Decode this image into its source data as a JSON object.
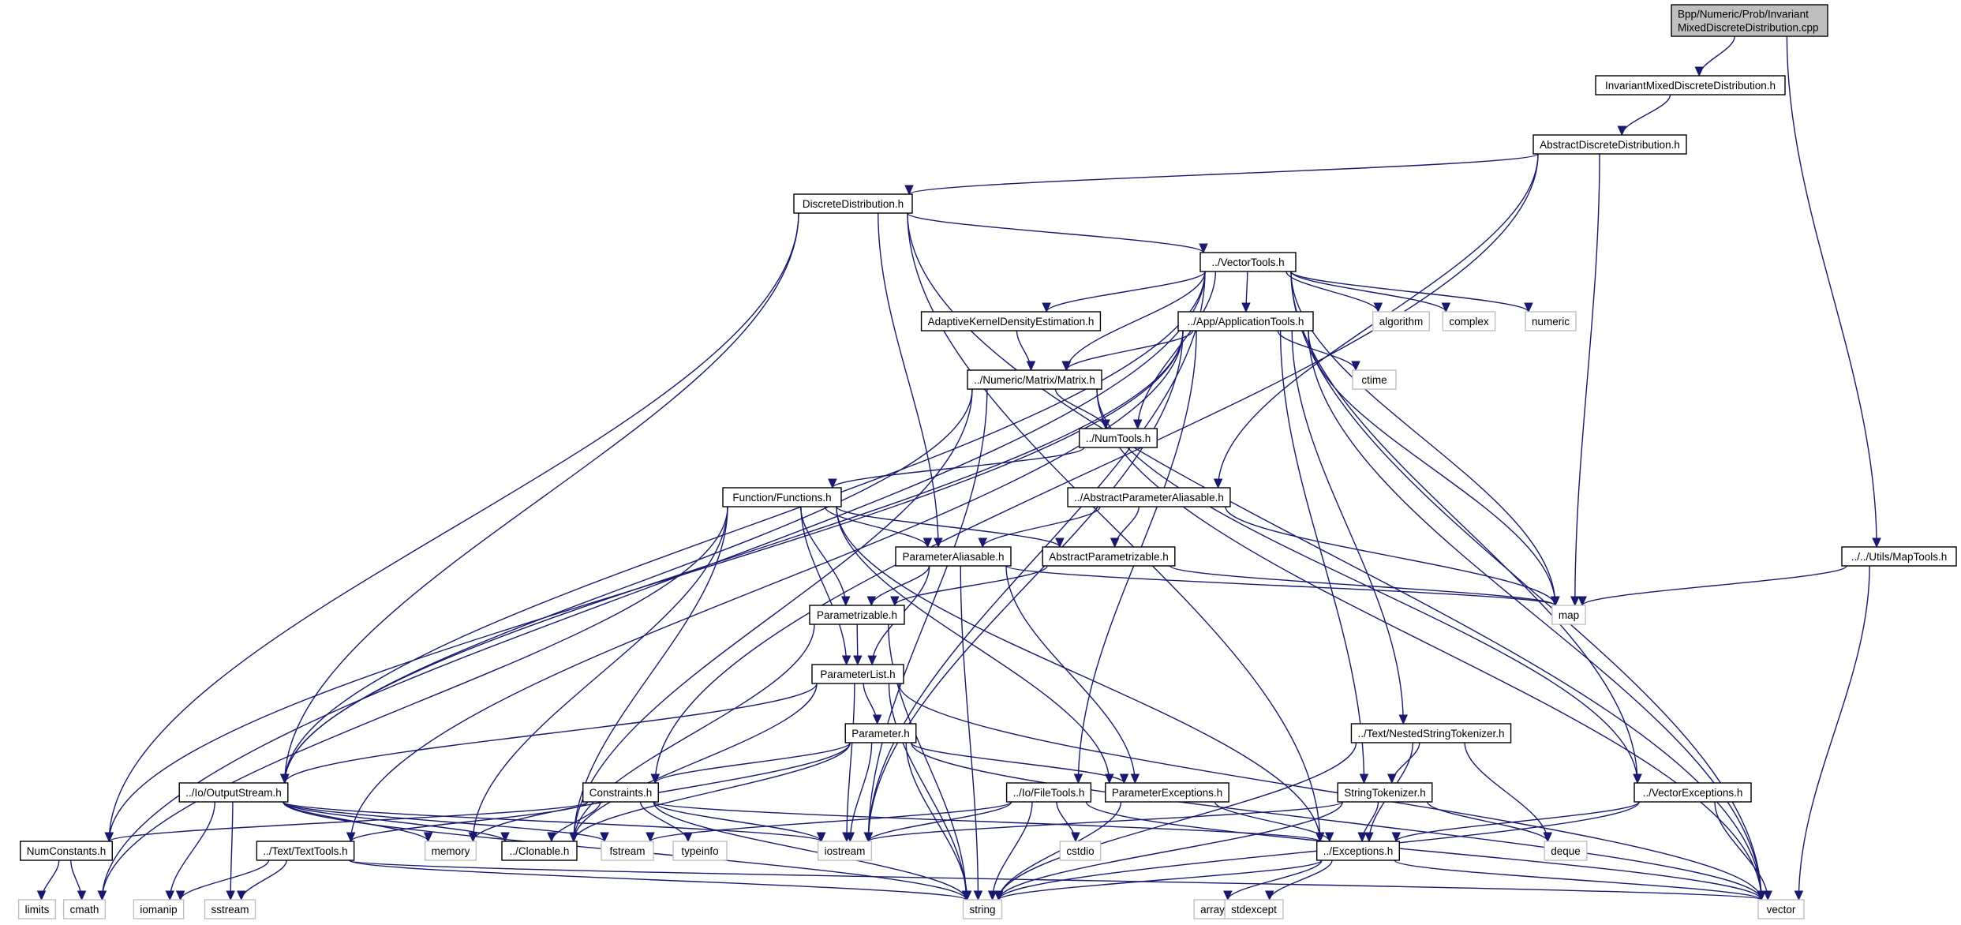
{
  "diagram": {
    "title": "Include dependency graph for Bpp/Numeric/Prob/InvariantMixedDiscreteDistribution.cpp",
    "colors": {
      "edge": "#191970",
      "node_border": "#000000",
      "external_border": "#bfbfbf",
      "root_fill": "#bfbfbf"
    },
    "nodes": [
      {
        "id": "root",
        "label": [
          "Bpp/Numeric/Prob/Invariant",
          "MixedDiscreteDistribution.cpp"
        ],
        "kind": "root"
      },
      {
        "id": "imdd",
        "label": [
          "InvariantMixedDiscreteDistribution.h"
        ],
        "kind": "file"
      },
      {
        "id": "add",
        "label": [
          "AbstractDiscreteDistribution.h"
        ],
        "kind": "file"
      },
      {
        "id": "dd",
        "label": [
          "DiscreteDistribution.h"
        ],
        "kind": "file"
      },
      {
        "id": "vt",
        "label": [
          "../VectorTools.h"
        ],
        "kind": "file"
      },
      {
        "id": "akde",
        "label": [
          "AdaptiveKernelDensityEstimation.h"
        ],
        "kind": "file"
      },
      {
        "id": "apptools",
        "label": [
          "../App/ApplicationTools.h"
        ],
        "kind": "file"
      },
      {
        "id": "algorithm",
        "label": [
          "algorithm"
        ],
        "kind": "external"
      },
      {
        "id": "complex",
        "label": [
          "complex"
        ],
        "kind": "external"
      },
      {
        "id": "numeric",
        "label": [
          "numeric"
        ],
        "kind": "external"
      },
      {
        "id": "ctime",
        "label": [
          "ctime"
        ],
        "kind": "external"
      },
      {
        "id": "matrix",
        "label": [
          "../Numeric/Matrix/Matrix.h"
        ],
        "kind": "file"
      },
      {
        "id": "numtools",
        "label": [
          "../NumTools.h"
        ],
        "kind": "file"
      },
      {
        "id": "functions",
        "label": [
          "Function/Functions.h"
        ],
        "kind": "file"
      },
      {
        "id": "apa",
        "label": [
          "../AbstractParameterAliasable.h"
        ],
        "kind": "file"
      },
      {
        "id": "pa",
        "label": [
          "ParameterAliasable.h"
        ],
        "kind": "file"
      },
      {
        "id": "ap",
        "label": [
          "AbstractParametrizable.h"
        ],
        "kind": "file"
      },
      {
        "id": "maptools",
        "label": [
          "../../Utils/MapTools.h"
        ],
        "kind": "file"
      },
      {
        "id": "map",
        "label": [
          "map"
        ],
        "kind": "external"
      },
      {
        "id": "parametrizable",
        "label": [
          "Parametrizable.h"
        ],
        "kind": "file"
      },
      {
        "id": "plist",
        "label": [
          "ParameterList.h"
        ],
        "kind": "file"
      },
      {
        "id": "nst",
        "label": [
          "../Text/NestedStringTokenizer.h"
        ],
        "kind": "file"
      },
      {
        "id": "parameter",
        "label": [
          "Parameter.h"
        ],
        "kind": "file"
      },
      {
        "id": "ostream",
        "label": [
          "../Io/OutputStream.h"
        ],
        "kind": "file"
      },
      {
        "id": "constraints",
        "label": [
          "Constraints.h"
        ],
        "kind": "file"
      },
      {
        "id": "filetools",
        "label": [
          "../Io/FileTools.h"
        ],
        "kind": "file"
      },
      {
        "id": "pexc",
        "label": [
          "ParameterExceptions.h"
        ],
        "kind": "file"
      },
      {
        "id": "stok",
        "label": [
          "StringTokenizer.h"
        ],
        "kind": "file"
      },
      {
        "id": "vexc",
        "label": [
          "../VectorExceptions.h"
        ],
        "kind": "file"
      },
      {
        "id": "numconst",
        "label": [
          "NumConstants.h"
        ],
        "kind": "file"
      },
      {
        "id": "texttools",
        "label": [
          "../Text/TextTools.h"
        ],
        "kind": "file"
      },
      {
        "id": "memory",
        "label": [
          "memory"
        ],
        "kind": "external"
      },
      {
        "id": "clonable",
        "label": [
          "../Clonable.h"
        ],
        "kind": "file"
      },
      {
        "id": "fstream",
        "label": [
          "fstream"
        ],
        "kind": "external"
      },
      {
        "id": "typeinfo",
        "label": [
          "typeinfo"
        ],
        "kind": "external"
      },
      {
        "id": "iostream",
        "label": [
          "iostream"
        ],
        "kind": "external"
      },
      {
        "id": "cstdio",
        "label": [
          "cstdio"
        ],
        "kind": "external"
      },
      {
        "id": "exceptions",
        "label": [
          "../Exceptions.h"
        ],
        "kind": "file"
      },
      {
        "id": "deque",
        "label": [
          "deque"
        ],
        "kind": "external"
      },
      {
        "id": "limits",
        "label": [
          "limits"
        ],
        "kind": "external"
      },
      {
        "id": "cmath",
        "label": [
          "cmath"
        ],
        "kind": "external"
      },
      {
        "id": "iomanip",
        "label": [
          "iomanip"
        ],
        "kind": "external"
      },
      {
        "id": "sstream",
        "label": [
          "sstream"
        ],
        "kind": "external"
      },
      {
        "id": "string",
        "label": [
          "string"
        ],
        "kind": "external"
      },
      {
        "id": "array",
        "label": [
          "array"
        ],
        "kind": "external"
      },
      {
        "id": "stdexcept",
        "label": [
          "stdexcept"
        ],
        "kind": "external"
      },
      {
        "id": "vector",
        "label": [
          "vector"
        ],
        "kind": "external"
      }
    ],
    "edges": [
      [
        "root",
        "imdd"
      ],
      [
        "root",
        "maptools"
      ],
      [
        "imdd",
        "add"
      ],
      [
        "add",
        "dd"
      ],
      [
        "add",
        "constraints"
      ],
      [
        "add",
        "apa"
      ],
      [
        "add",
        "map"
      ],
      [
        "dd",
        "vt"
      ],
      [
        "dd",
        "pa"
      ],
      [
        "dd",
        "numconst"
      ],
      [
        "dd",
        "ostream"
      ],
      [
        "dd",
        "exceptions"
      ],
      [
        "dd",
        "vector"
      ],
      [
        "vt",
        "akde"
      ],
      [
        "vt",
        "apptools"
      ],
      [
        "vt",
        "algorithm"
      ],
      [
        "vt",
        "complex"
      ],
      [
        "vt",
        "numeric"
      ],
      [
        "vt",
        "matrix"
      ],
      [
        "vt",
        "numtools"
      ],
      [
        "vt",
        "vexc"
      ],
      [
        "vt",
        "ostream"
      ],
      [
        "vt",
        "cmath"
      ],
      [
        "vt",
        "map"
      ],
      [
        "vt",
        "vector"
      ],
      [
        "vt",
        "iostream"
      ],
      [
        "akde",
        "matrix"
      ],
      [
        "apptools",
        "matrix"
      ],
      [
        "apptools",
        "ctime"
      ],
      [
        "apptools",
        "filetools"
      ],
      [
        "apptools",
        "stok"
      ],
      [
        "apptools",
        "nst"
      ],
      [
        "apptools",
        "map"
      ],
      [
        "apptools",
        "ostream"
      ],
      [
        "apptools",
        "texttools"
      ],
      [
        "apptools",
        "numconst"
      ],
      [
        "apptools",
        "vector"
      ],
      [
        "apptools",
        "iostream"
      ],
      [
        "matrix",
        "numtools"
      ],
      [
        "matrix",
        "vexc"
      ],
      [
        "matrix",
        "clonable"
      ],
      [
        "matrix",
        "ostream"
      ],
      [
        "matrix",
        "vector"
      ],
      [
        "matrix",
        "iostream"
      ],
      [
        "numtools",
        "functions"
      ],
      [
        "functions",
        "pa"
      ],
      [
        "functions",
        "ap"
      ],
      [
        "functions",
        "parametrizable"
      ],
      [
        "functions",
        "plist"
      ],
      [
        "functions",
        "pexc"
      ],
      [
        "functions",
        "exceptions"
      ],
      [
        "functions",
        "clonable"
      ],
      [
        "functions",
        "memory"
      ],
      [
        "functions",
        "cmath"
      ],
      [
        "apa",
        "pa"
      ],
      [
        "apa",
        "ap"
      ],
      [
        "apa",
        "map"
      ],
      [
        "pa",
        "parametrizable"
      ],
      [
        "pa",
        "plist"
      ],
      [
        "pa",
        "pexc"
      ],
      [
        "pa",
        "map"
      ],
      [
        "pa",
        "string"
      ],
      [
        "ap",
        "parametrizable"
      ],
      [
        "ap",
        "map"
      ],
      [
        "maptools",
        "map"
      ],
      [
        "maptools",
        "vector"
      ],
      [
        "parametrizable",
        "plist"
      ],
      [
        "parametrizable",
        "clonable"
      ],
      [
        "parametrizable",
        "string"
      ],
      [
        "plist",
        "parameter"
      ],
      [
        "plist",
        "clonable"
      ],
      [
        "plist",
        "ostream"
      ],
      [
        "plist",
        "iostream"
      ],
      [
        "plist",
        "string"
      ],
      [
        "plist",
        "vector"
      ],
      [
        "nst",
        "stok"
      ],
      [
        "nst",
        "exceptions"
      ],
      [
        "nst",
        "deque"
      ],
      [
        "nst",
        "string"
      ],
      [
        "parameter",
        "constraints"
      ],
      [
        "parameter",
        "pexc"
      ],
      [
        "parameter",
        "clonable"
      ],
      [
        "parameter",
        "memory"
      ],
      [
        "parameter",
        "iostream"
      ],
      [
        "parameter",
        "string"
      ],
      [
        "parameter",
        "vector"
      ],
      [
        "ostream",
        "clonable"
      ],
      [
        "ostream",
        "memory"
      ],
      [
        "ostream",
        "iomanip"
      ],
      [
        "ostream",
        "sstream"
      ],
      [
        "ostream",
        "iostream"
      ],
      [
        "ostream",
        "fstream"
      ],
      [
        "ostream",
        "string"
      ],
      [
        "constraints",
        "clonable"
      ],
      [
        "constraints",
        "typeinfo"
      ],
      [
        "constraints",
        "iostream"
      ],
      [
        "constraints",
        "numconst"
      ],
      [
        "constraints",
        "texttools"
      ],
      [
        "constraints",
        "exceptions"
      ],
      [
        "constraints",
        "string"
      ],
      [
        "filetools",
        "fstream"
      ],
      [
        "filetools",
        "iostream"
      ],
      [
        "filetools",
        "cstdio"
      ],
      [
        "filetools",
        "string"
      ],
      [
        "filetools",
        "vector"
      ],
      [
        "pexc",
        "exceptions"
      ],
      [
        "pexc",
        "string"
      ],
      [
        "stok",
        "exceptions"
      ],
      [
        "stok",
        "deque"
      ],
      [
        "stok",
        "iostream"
      ],
      [
        "stok",
        "string"
      ],
      [
        "vexc",
        "exceptions"
      ],
      [
        "vexc",
        "vector"
      ],
      [
        "vexc",
        "string"
      ],
      [
        "numconst",
        "limits"
      ],
      [
        "numconst",
        "cmath"
      ],
      [
        "texttools",
        "iomanip"
      ],
      [
        "texttools",
        "sstream"
      ],
      [
        "texttools",
        "string"
      ],
      [
        "texttools",
        "vector"
      ],
      [
        "exceptions",
        "array"
      ],
      [
        "exceptions",
        "stdexcept"
      ],
      [
        "exceptions",
        "string"
      ],
      [
        "exceptions",
        "vector"
      ]
    ]
  }
}
